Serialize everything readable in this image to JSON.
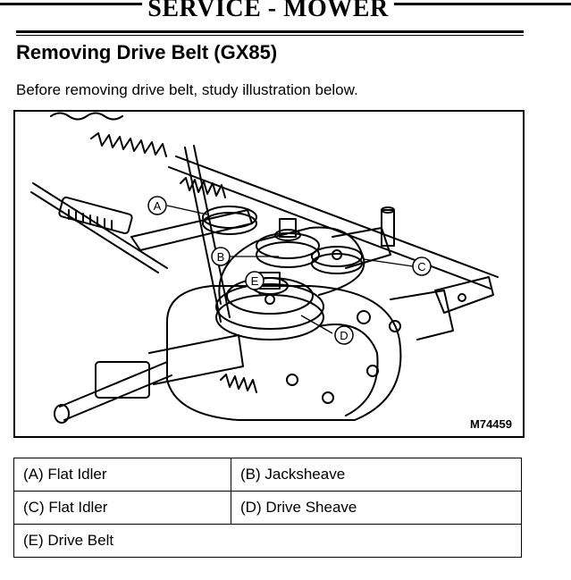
{
  "header": {
    "title": "SERVICE - MOWER"
  },
  "section": {
    "heading": "Removing Drive Belt (GX85)",
    "intro": "Before removing drive belt, study illustration below."
  },
  "figure": {
    "callouts": {
      "a": "A",
      "b": "B",
      "c": "C",
      "d": "D",
      "e": "E"
    },
    "id": "M74459"
  },
  "legend": {
    "rows": [
      [
        "(A) Flat Idler",
        "(B) Jacksheave"
      ],
      [
        "(C) Flat Idler",
        "(D) Drive Sheave"
      ],
      [
        "(E) Drive Belt"
      ]
    ]
  }
}
